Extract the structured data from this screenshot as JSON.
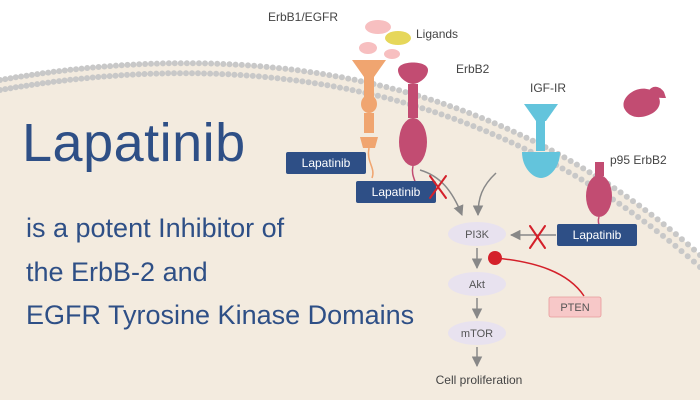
{
  "headline": "Lapatinib",
  "subtitle_lines": [
    "is a potent Inhibitor of",
    "the ErbB-2 and",
    "EGFR Tyrosine Kinase Domains"
  ],
  "receptor_labels": {
    "erbb1": "ErbB1/EGFR",
    "ligands": "Ligands",
    "erbb2": "ErbB2",
    "igf": "IGF-IR",
    "p95": "p95 ErbB2"
  },
  "drug_label": "Lapatinib",
  "pathway": {
    "pi3k": "PI3K",
    "akt": "Akt",
    "mtor": "mTOR",
    "pten": "PTEN",
    "output": "Cell proliferation"
  },
  "colors": {
    "background": "#f3ebdf",
    "headline": "#2e4f86",
    "membrane_head": "#c8c8c8",
    "erbb1": "#f0a570",
    "erbb2": "#c24c72",
    "igf": "#63c4dc",
    "ligand_pink": "#f7bfc0",
    "ligand_yellow": "#e6d75a",
    "drug_box": "#2e4f86",
    "node_fill": "#e8e2ef",
    "pten_fill": "#f7c8c8",
    "inhibit_red": "#d4202a",
    "arrow": "#888888"
  }
}
